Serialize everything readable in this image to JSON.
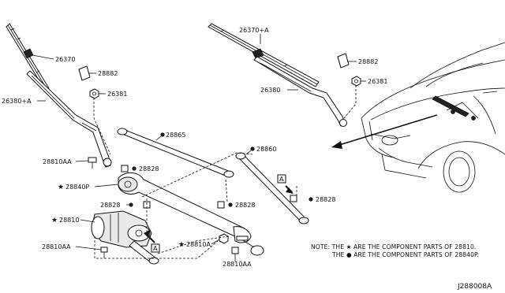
{
  "labels": {
    "l26370": "26370",
    "l26370a": "26370+A",
    "l28882_l": "28882",
    "l28882_r": "28882",
    "l26381_l": "26381",
    "l26381_r": "26381",
    "l26380a": "26380+A",
    "l26380": "26380",
    "l28865": "28865",
    "l28810aa_1": "28810AA",
    "l28828_1": "28828",
    "l28860": "28860",
    "l28840p": "28840P",
    "l28828_2": "28828",
    "l28828_3": "28828",
    "l28828_4": "28828",
    "l28810": "28810",
    "l28810a": "28810A",
    "l28810aa_2": "28810AA",
    "l28810aa_3": "28810AA",
    "callout_a_1": "A",
    "callout_a_2": "A"
  },
  "notes": {
    "line1": "NOTE: THE ★ ARE THE COMPONENT PARTS OF 28810.",
    "line2": "THE ● ARE THE COMPONENT PARTS OF 28840P."
  },
  "reference": "J288008A"
}
